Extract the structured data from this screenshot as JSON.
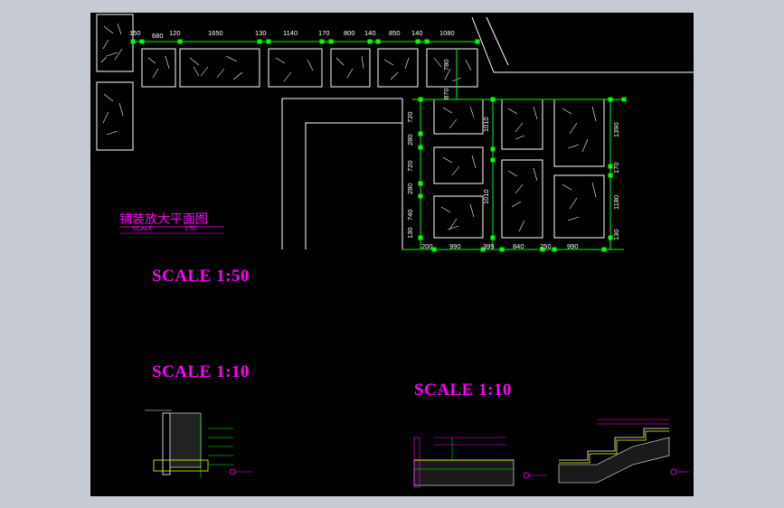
{
  "plan": {
    "title": "铺装放大平面图",
    "subtitle_scale_word": "SCALE",
    "subtitle_scale_value": "1:50"
  },
  "scale_labels": {
    "plan_scale": "SCALE 1:50",
    "detail_left_scale": "SCALE 1:10",
    "detail_right_scale": "SCALE 1:10"
  },
  "dimensions": {
    "top_row": [
      "150",
      "680",
      "120",
      "1650",
      "130",
      "1140",
      "170",
      "800",
      "140",
      "850",
      "140",
      "1080"
    ],
    "grid_left_vertical": [
      "720",
      "280",
      "720",
      "280",
      "740",
      "130"
    ],
    "grid_middle_vertical": [
      "1010",
      "1010"
    ],
    "grid_right_vertical": [
      "1390",
      "170",
      "1180",
      "130"
    ],
    "grid_bottom": [
      "200",
      "990",
      "395",
      "840",
      "250",
      "990"
    ],
    "small_vertical": [
      "780",
      "870"
    ]
  },
  "colors": {
    "background_canvas": "#000000",
    "drawing_lines": "#ffffff",
    "dimension_lines": "#00ff00",
    "annotation_text": "#ff00ff",
    "detail_fill": "#ffff00"
  }
}
